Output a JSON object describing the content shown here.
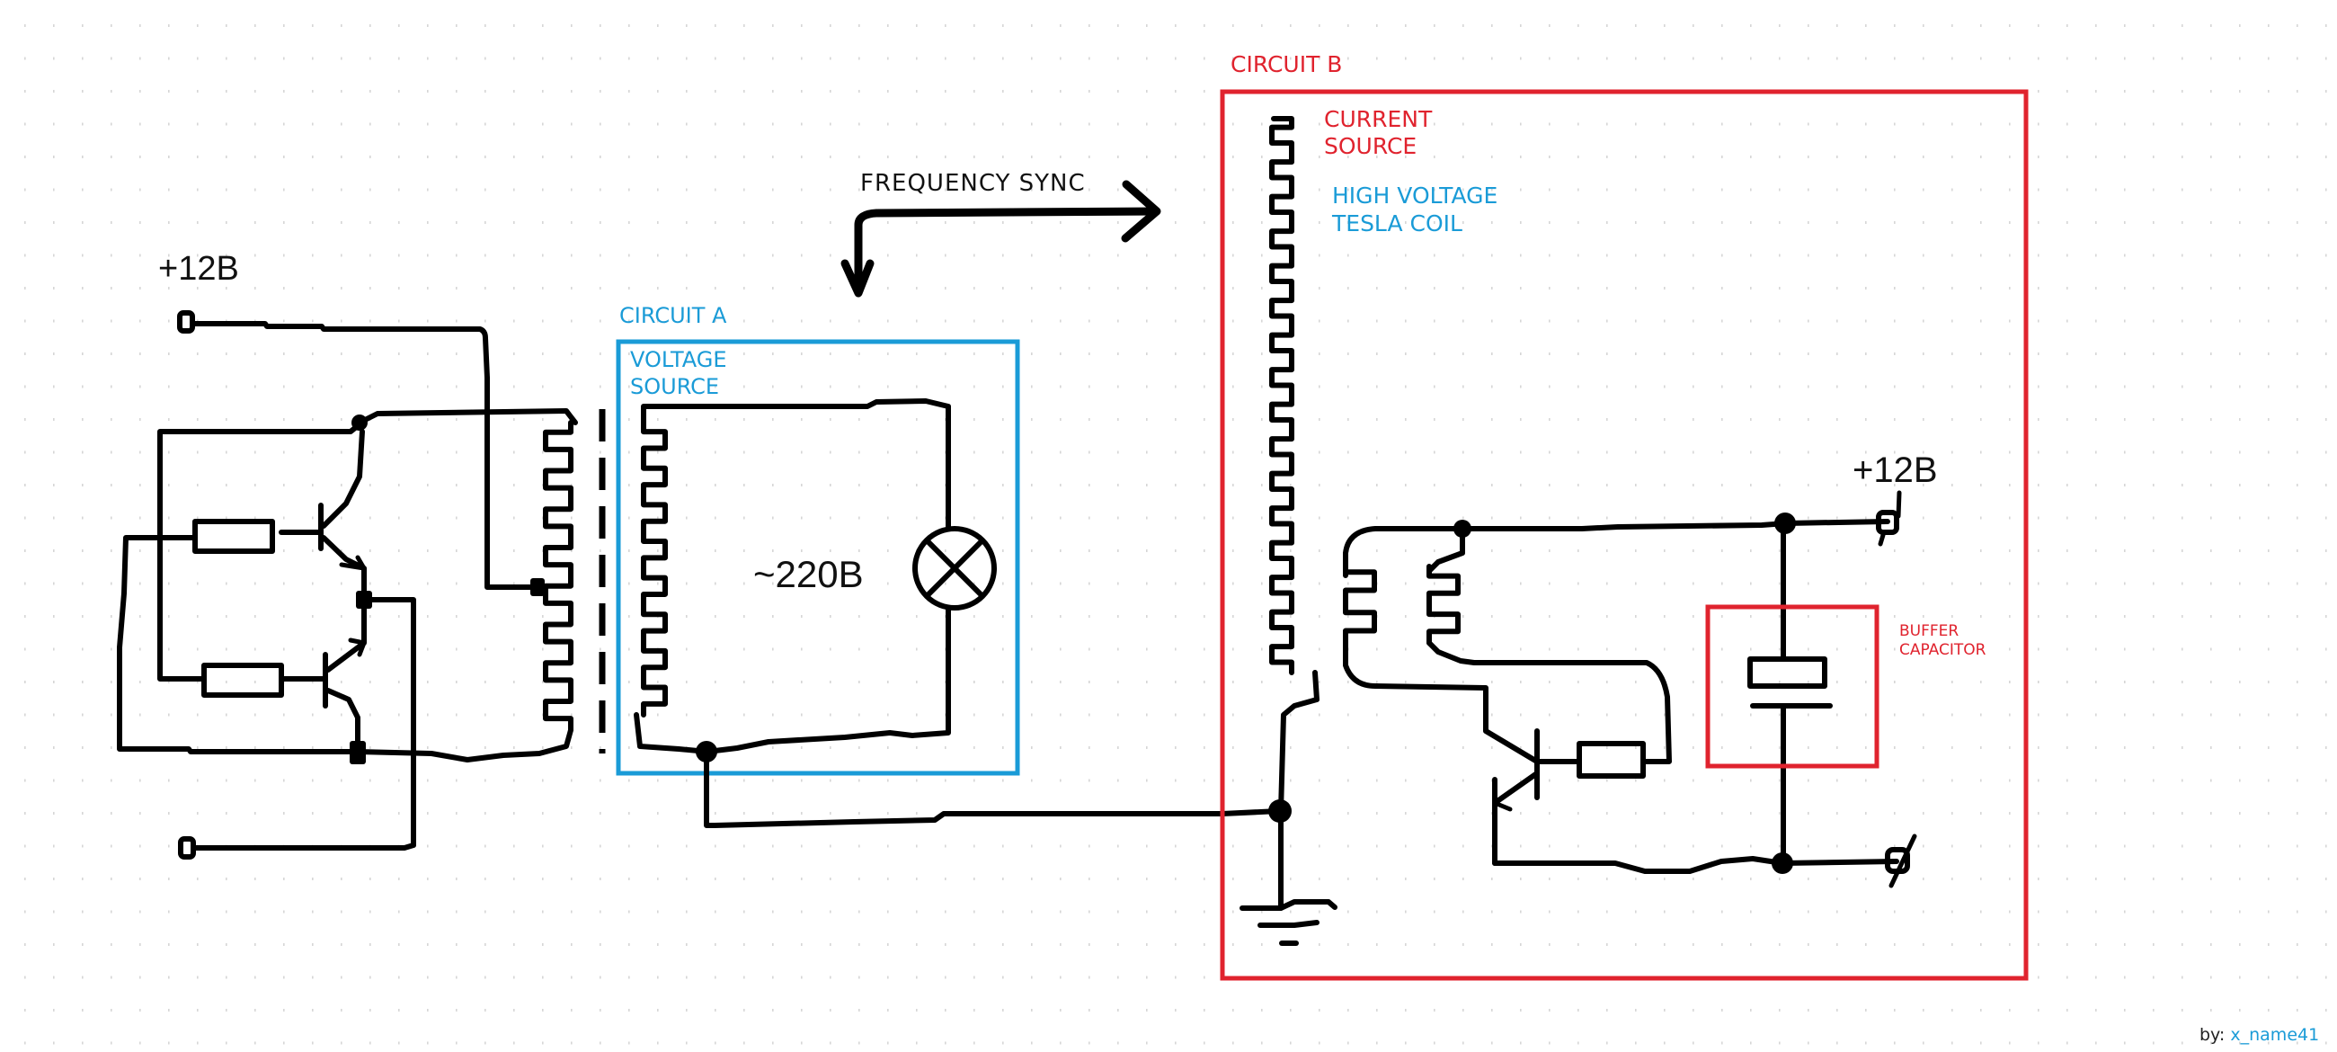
{
  "labels": {
    "left_supply_label": "+12B",
    "frequency_sync": "FREQUENCY SYNC",
    "circuit_a_title": "CIRCUIT A",
    "circuit_a_subtitle_line1": "VOLTAGE",
    "circuit_a_subtitle_line2": "SOURCE",
    "circuit_a_voltage": "~220B",
    "circuit_b_title": "CIRCUIT B",
    "circuit_b_subtitle_line1": "CURRENT",
    "circuit_b_subtitle_line2": "SOURCE",
    "tesla_line1": "HIGH VOLTAGE",
    "tesla_line2": "TESLA COIL",
    "right_supply_label": "+12B",
    "buffer_line1": "BUFFER",
    "buffer_line2": "CAPACITOR"
  },
  "credit": {
    "prefix": "by:",
    "author": "x_name41"
  },
  "colors": {
    "circuit_a": "#1a9bd7",
    "circuit_b": "#e0232e",
    "ink": "#000000",
    "grid_dot": "#d9d9d9"
  }
}
